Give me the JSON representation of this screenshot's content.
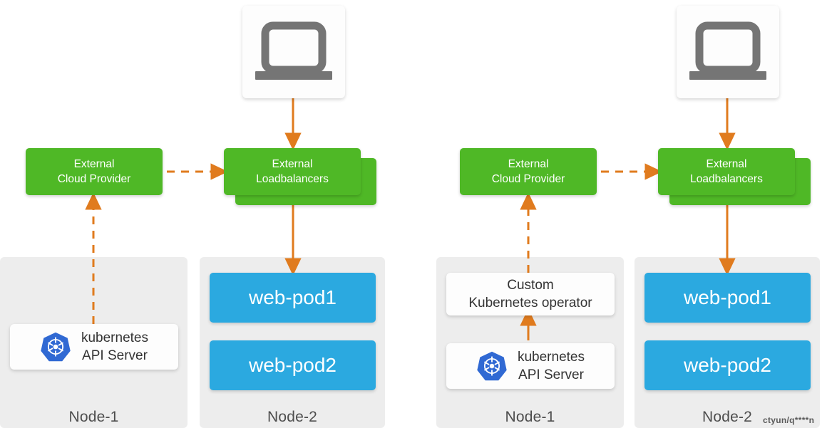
{
  "diagram": {
    "accent_orange": "#e07b1e",
    "green": "#4fb826",
    "blue": "#2ba9e0",
    "panel_gray": "#ededed",
    "laptop_gray": "#757575",
    "k8s_blue": "#3069d3"
  },
  "groups": [
    {
      "id": "left",
      "client": {
        "icon": "laptop-icon"
      },
      "cloud_provider": {
        "line1": "External",
        "line2": "Cloud Provider"
      },
      "loadbalancers": {
        "line1": "External",
        "line2": "Loadbalancers"
      },
      "node1": {
        "label": "Node-1",
        "api_server": {
          "icon": "kubernetes-logo-icon",
          "line1": "kubernetes",
          "line2": "API Server"
        }
      },
      "node2": {
        "label": "Node-2",
        "pods": [
          "web-pod1",
          "web-pod2"
        ]
      }
    },
    {
      "id": "right",
      "client": {
        "icon": "laptop-icon"
      },
      "cloud_provider": {
        "line1": "External",
        "line2": "Cloud Provider"
      },
      "loadbalancers": {
        "line1": "External",
        "line2": "Loadbalancers"
      },
      "node1": {
        "label": "Node-1",
        "operator": {
          "line1": "Custom",
          "line2": "Kubernetes operator"
        },
        "api_server": {
          "icon": "kubernetes-logo-icon",
          "line1": "kubernetes",
          "line2": "API Server"
        }
      },
      "node2": {
        "label": "Node-2",
        "pods": [
          "web-pod1",
          "web-pod2"
        ]
      }
    }
  ],
  "watermark": {
    "text": "ctyun/q****n"
  }
}
